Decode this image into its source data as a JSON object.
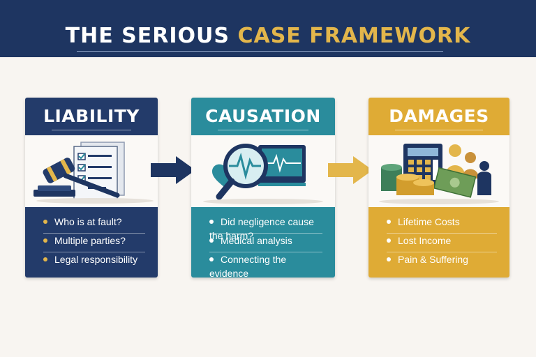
{
  "title": {
    "part1": "THE SERIOUS ",
    "part2": "CASE FRAMEWORK"
  },
  "colors": {
    "navy": "#1e3561",
    "gold": "#e3b64b",
    "teal": "#2a8c9c",
    "amber": "#dfab35"
  },
  "cards": [
    {
      "label": "LIABILITY",
      "icon": "gavel-checklist-icon",
      "items": [
        "Who is at fault?",
        "Multiple parties?",
        "Legal responsibility"
      ]
    },
    {
      "label": "CAUSATION",
      "icon": "magnifier-heartbeat-icon",
      "items": [
        "Did negligence cause the harm?",
        "Medical analysis",
        "Connecting the evidence"
      ]
    },
    {
      "label": "DAMAGES",
      "icon": "calculator-money-family-icon",
      "items": [
        "Lifetime Costs",
        "Lost Income",
        "Pain & Suffering"
      ]
    }
  ],
  "arrows": [
    "arrow-right-icon",
    "arrow-right-icon"
  ]
}
